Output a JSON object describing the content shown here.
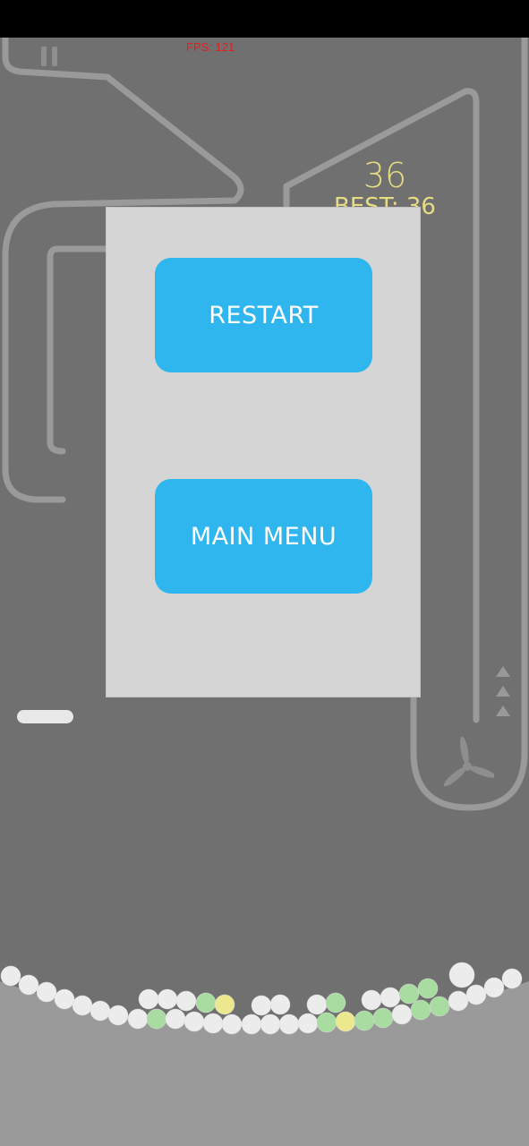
{
  "hud": {
    "fps": "FPS: 121",
    "score": "36",
    "best": "BEST: 36"
  },
  "pause_menu": {
    "restart_label": "RESTART",
    "main_menu_label": "MAIN MENU"
  },
  "balls": {
    "counts": {
      "white": 45,
      "green": 13,
      "yellow": 2
    },
    "colors": {
      "white": "#ececec",
      "green": "#a8dca0",
      "yellow": "#ece88e"
    }
  },
  "colors": {
    "background": "#707070",
    "track": "#9a9a9a",
    "text_accent": "#e8dc82",
    "button": "#2fb6ef",
    "dialog": "#d5d5d5",
    "fps": "#e02020",
    "floor": "#9a9a9a"
  },
  "icons": [
    "pause-icon",
    "fan-icon",
    "up-arrow-icon"
  ]
}
